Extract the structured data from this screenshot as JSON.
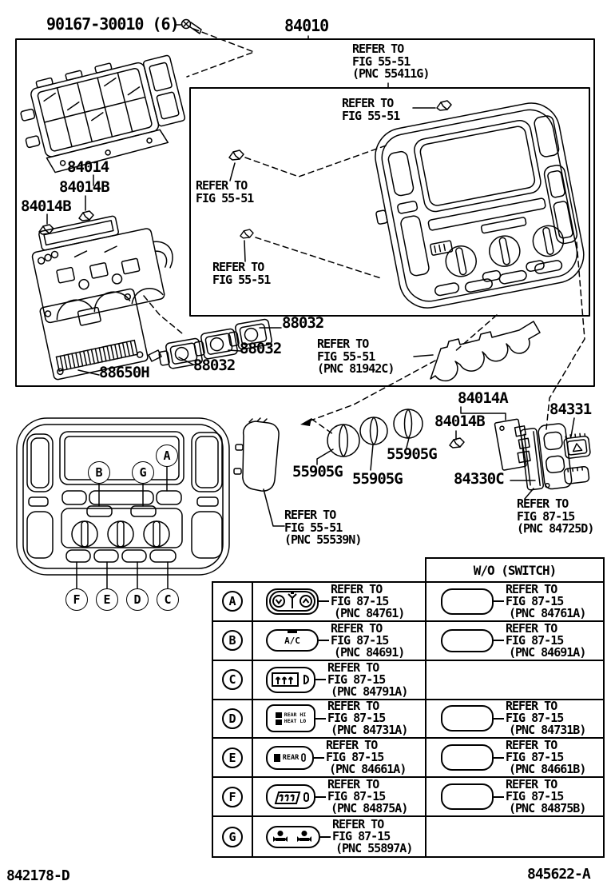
{
  "page": {
    "drawing_id_left": "842178-D",
    "drawing_id_right": "845622-A"
  },
  "parts": {
    "fastener": "90167-30010 (6)",
    "panel_assy": "84010",
    "p84014": "84014",
    "p84014b_left1": "84014B",
    "p84014b_left2": "84014B",
    "p88650h": "88650H",
    "p88032_1": "88032",
    "p88032_2": "88032",
    "p88032_3": "88032",
    "p84014a": "84014A",
    "p84014b_right": "84014B",
    "p84331": "84331",
    "p84330c": "84330C",
    "p55905g_1": "55905G",
    "p55905g_2": "55905G",
    "p55905g_3": "55905G"
  },
  "refs": {
    "pnc_55411g": "REFER TO\nFIG 55-51\n(PNC 55411G)",
    "fig_55_51_top": "REFER TO\nFIG 55-51",
    "fig_55_51_mid": "REFER TO\nFIG 55-51",
    "fig_55_51_low": "REFER TO\nFIG 55-51",
    "pnc_81942c": "REFER TO\nFIG 55-51\n(PNC 81942C)",
    "pnc_55539n": "REFER TO\nFIG 55-51\n(PNC 55539N)",
    "pnc_84725d": "REFER TO\nFIG 87-15\n(PNC 84725D)"
  },
  "callouts": {
    "a": "A",
    "b": "B",
    "c": "C",
    "d": "D",
    "e": "E",
    "f": "F",
    "g": "G"
  },
  "table": {
    "wo_header": "W/O (SWITCH)",
    "refer_line1": "REFER TO",
    "refer_line2": "FIG 87-15",
    "rows": [
      {
        "letter": "A",
        "sw_pnc": "(PNC 84761)",
        "wo_pnc": "(PNC 84761A)"
      },
      {
        "letter": "B",
        "icon_label": "A/C",
        "sw_pnc": "(PNC 84691)",
        "wo_pnc": "(PNC 84691A)"
      },
      {
        "letter": "C",
        "sw_pnc": "(PNC 84791A)"
      },
      {
        "letter": "D",
        "icon_label_line1": "REAR HI",
        "icon_label_line2": "HEAT LO",
        "sw_pnc": "(PNC 84731A)",
        "wo_pnc": "(PNC 84731B)"
      },
      {
        "letter": "E",
        "icon_label": "REAR",
        "sw_pnc": "(PNC 84661A)",
        "wo_pnc": "(PNC 84661B)"
      },
      {
        "letter": "F",
        "sw_pnc": "(PNC 84875A)",
        "wo_pnc": "(PNC 84875B)"
      },
      {
        "letter": "G",
        "sw_pnc": "(PNC 55897A)"
      }
    ]
  }
}
